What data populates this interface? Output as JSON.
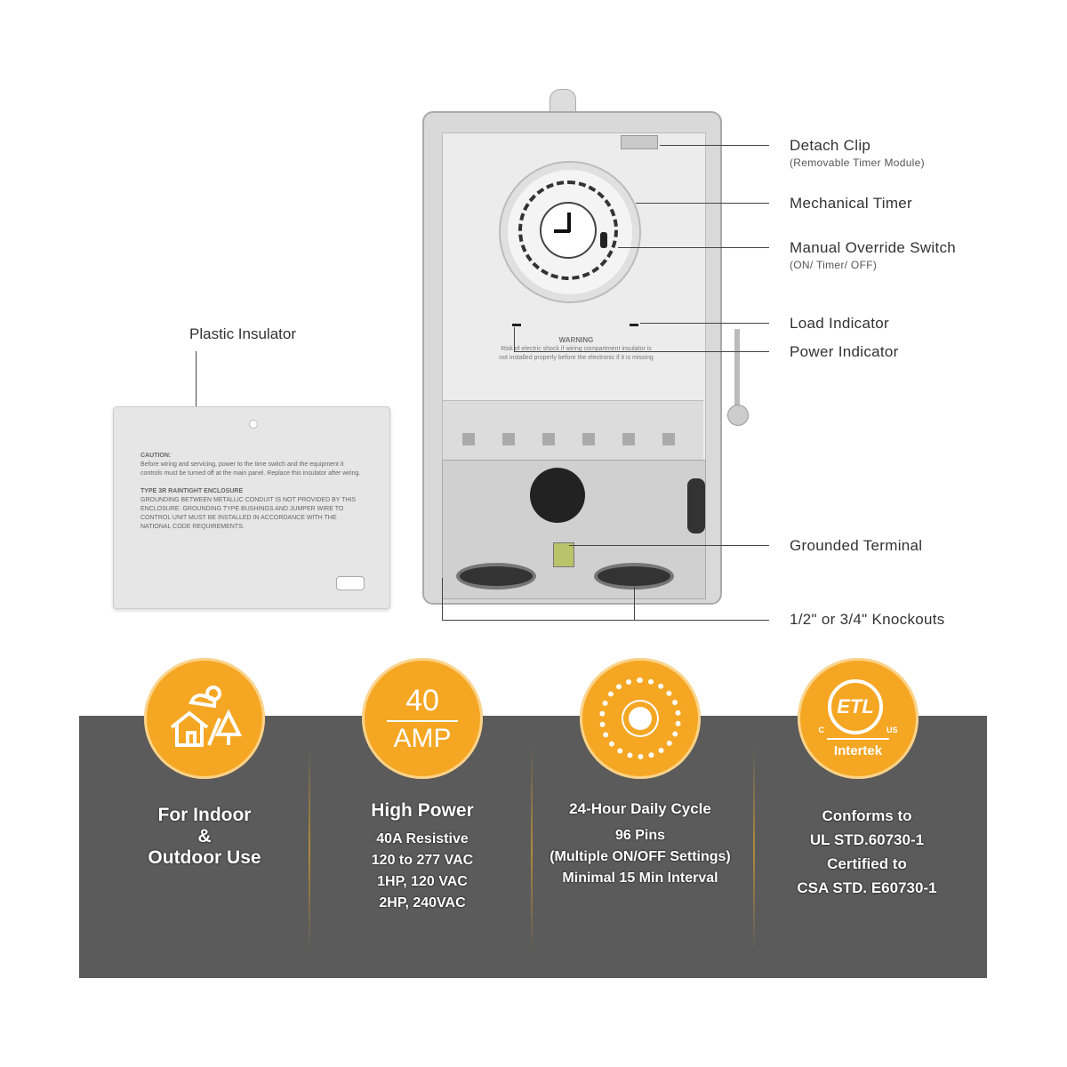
{
  "callouts": [
    {
      "title": "Detach Clip",
      "sub": "(Removable Timer Module)"
    },
    {
      "title": "Mechanical Timer",
      "sub": ""
    },
    {
      "title": "Manual Override Switch",
      "sub": "(ON/ Timer/ OFF)"
    },
    {
      "title": "Load Indicator",
      "sub": ""
    },
    {
      "title": "Power Indicator",
      "sub": ""
    },
    {
      "title": "Grounded Terminal",
      "sub": ""
    },
    {
      "title": "1/2\" or 3/4\" Knockouts",
      "sub": ""
    }
  ],
  "insulator": {
    "label": "Plastic Insulator",
    "caution_title": "CAUTION:",
    "caution_body": "Before wiring and servicing, power to the time switch and the equipment it controls must be turned off at the main panel. Replace this insulator after wiring.",
    "type_title": "TYPE 3R RAINTIGHT ENCLOSURE",
    "type_body": "GROUNDING BETWEEN METALLIC CONDUIT IS NOT PROVIDED BY THIS ENCLOSURE. GROUNDING TYPE BUSHINGS AND JUMPER WIRE TO CONTROL UNIT MUST BE INSTALLED IN ACCORDANCE WITH THE NATIONAL CODE REQUIREMENTS."
  },
  "device": {
    "warning_title": "WARNING",
    "warning_body": "Risk of electric shock if wiring compartment insulator is not installed properly before the electronic if it is missing"
  },
  "badges": {
    "amp_number": "40",
    "amp_unit": "AMP",
    "etl_mark": "ETL",
    "etl_c": "C",
    "etl_us": "US",
    "etl_brand": "Intertek"
  },
  "features": [
    {
      "title": "For Indoor & Outdoor Use",
      "lines": [
        "For Indoor",
        "&",
        "Outdoor Use"
      ]
    },
    {
      "title": "High Power",
      "lines": [
        "40A Resistive",
        "120 to 277 VAC",
        "1HP, 120 VAC",
        "2HP, 240VAC"
      ]
    },
    {
      "title": "24-Hour Daily Cycle",
      "lines": [
        "96 Pins",
        "(Multiple ON/OFF Settings)",
        "Minimal 15 Min Interval"
      ]
    },
    {
      "title": "",
      "lines": [
        "Conforms to",
        "UL STD.60730-1",
        "Certified to",
        "CSA STD. E60730-1"
      ]
    }
  ],
  "colors": {
    "accent": "#f5a623",
    "panel": "#5b5b5b"
  }
}
